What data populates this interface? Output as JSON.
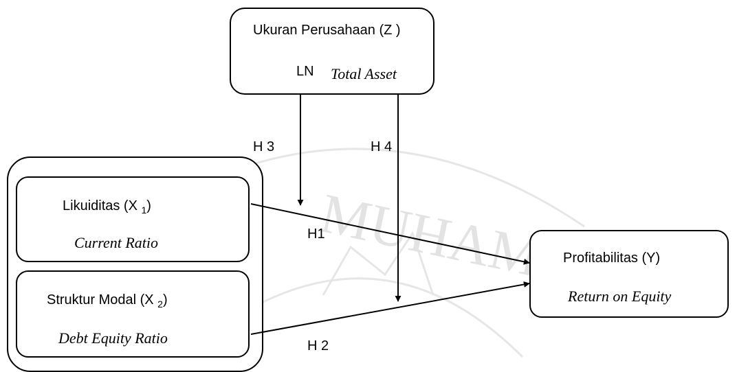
{
  "watermark": {
    "text": "MUHAMM"
  },
  "nodes": {
    "z": {
      "title": "Ukuran Perusahaan   (Z )",
      "prefix": "LN",
      "measure": "Total Asset"
    },
    "x1": {
      "title_main": "Likuiditas    (X ",
      "sub": "1",
      "title_end": ")",
      "measure": "Current  Ratio"
    },
    "x2": {
      "title_main": "Struktur Modal   (X ",
      "sub": "2",
      "title_end": ")",
      "measure": "Debt Equity Ratio"
    },
    "y": {
      "title": "Profitabilitas    (Y)",
      "measure": "Return on Equity"
    }
  },
  "hypotheses": {
    "h1": "H1",
    "h2": "H 2",
    "h3": "H 3",
    "h4": "H 4"
  }
}
